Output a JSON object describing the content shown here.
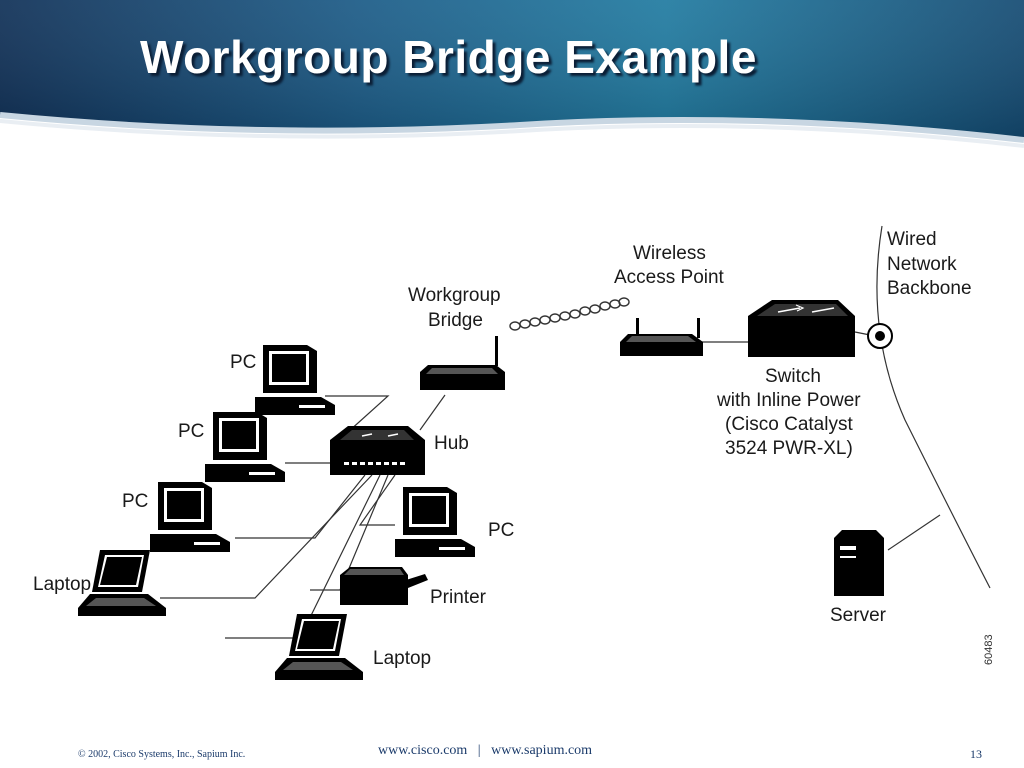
{
  "slide": {
    "title": "Workgroup Bridge Example",
    "page_number": "13"
  },
  "footer": {
    "copyright": "© 2002, Cisco Systems, Inc., Sapium Inc.",
    "links": "www.cisco.com   |   www.sapium.com"
  },
  "diagram": {
    "labels": {
      "pc1": "PC",
      "pc2": "PC",
      "pc3": "PC",
      "pc4": "PC",
      "laptop1": "Laptop",
      "laptop2": "Laptop",
      "hub": "Hub",
      "printer": "Printer",
      "server": "Server",
      "bridge_line1": "Workgroup",
      "bridge_line2": "Bridge",
      "ap_line1": "Wireless",
      "ap_line2": "Access Point",
      "switch_line1": "Switch",
      "switch_line2": "with Inline Power",
      "switch_line3": "(Cisco Catalyst",
      "switch_line4": "3524 PWR-XL)",
      "backbone_line1": "Wired",
      "backbone_line2": "Network",
      "backbone_line3": "Backbone",
      "figure_code": "60483"
    }
  }
}
